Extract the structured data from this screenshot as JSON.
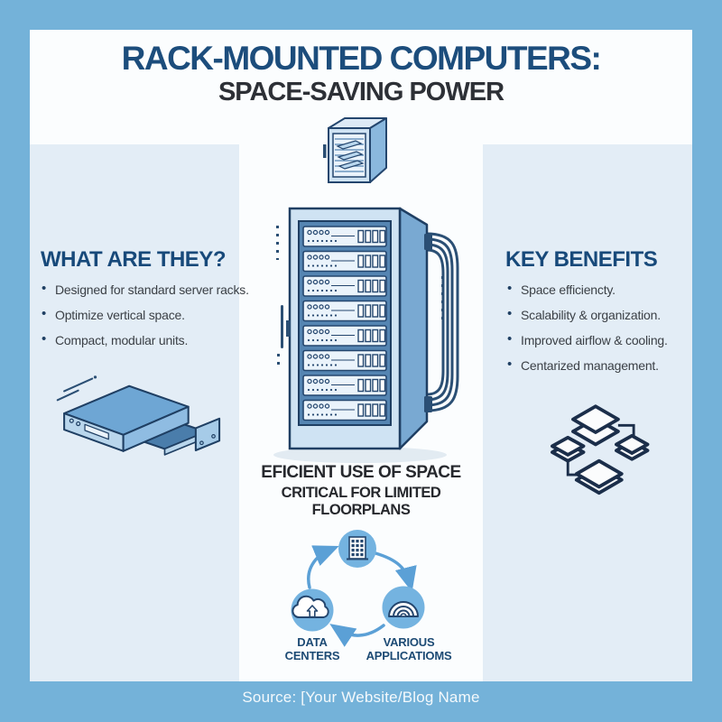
{
  "header": {
    "title_line1": "RACK-MOUNTED COMPUTERS:",
    "title_line2": "SPACE-SAVING POWER"
  },
  "left_panel": {
    "heading": "WHAT ARE THEY?",
    "bullets": [
      "Designed for standard server racks.",
      "Optimize vertical space.",
      "Compact, modular units."
    ]
  },
  "right_panel": {
    "heading": "KEY BENEFITS",
    "bullets": [
      "Space efficiencty.",
      "Scalability & organization.",
      "Improved airflow & cooling.",
      "Centarized management."
    ]
  },
  "center_caption": {
    "line1": "EFICIENT USE OF SPACE",
    "line2": "CRITICAL FOR LIMITED FLOORPLANS"
  },
  "cycle": {
    "nodes": [
      {
        "icon": "building-icon"
      },
      {
        "icon": "cloud-upload-icon",
        "label_line1": "DATA",
        "label_line2": "CENTERS"
      },
      {
        "icon": "signal-arcs-icon",
        "label_line1": "VARIOUS",
        "label_line2": "APPLICATIOMS"
      }
    ]
  },
  "footer": {
    "source": "Source: [Your Website/Blog Name"
  },
  "ui": {
    "bullet_char": "•"
  },
  "illustrations": [
    "mini-cabinet",
    "server-rack",
    "rack-unit-tray",
    "stacked-layers"
  ],
  "colors": {
    "border_blue": "#74b2d9",
    "side_panel_blue": "#e3edf6",
    "inner_white": "#fbfdfe",
    "title_blue": "#1c4d7c",
    "title_dark": "#2d3036",
    "heading_navy": "#17497a",
    "body_text": "#3b4046",
    "outline_navy": "#1f3f63",
    "cycle_circle_blue": "#74b3e0",
    "arrow_blue": "#5ba0d6",
    "footer_text": "#f4f9fc"
  }
}
